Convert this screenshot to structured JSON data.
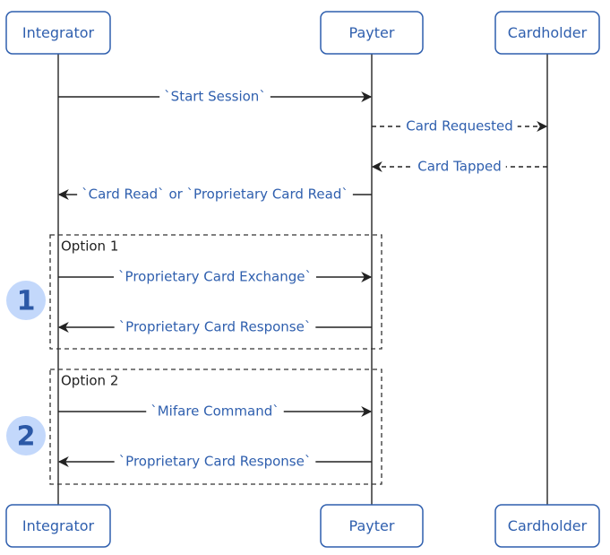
{
  "diagram": {
    "type": "sequence",
    "participants": [
      {
        "id": "integrator",
        "label": "Integrator"
      },
      {
        "id": "payter",
        "label": "Payter"
      },
      {
        "id": "cardholder",
        "label": "Cardholder"
      }
    ],
    "messages": [
      {
        "from": "integrator",
        "to": "payter",
        "label": "`Start Session`",
        "style": "solid"
      },
      {
        "from": "payter",
        "to": "cardholder",
        "label": "Card Requested",
        "style": "dashed"
      },
      {
        "from": "cardholder",
        "to": "payter",
        "label": "Card Tapped",
        "style": "dashed"
      },
      {
        "from": "payter",
        "to": "integrator",
        "label": "`Card Read` or `Proprietary Card Read`",
        "style": "solid"
      },
      {
        "from": "integrator",
        "to": "payter",
        "label": "`Proprietary Card Exchange`",
        "style": "solid",
        "frame": 0
      },
      {
        "from": "payter",
        "to": "integrator",
        "label": "`Proprietary Card Response`",
        "style": "solid",
        "frame": 0
      },
      {
        "from": "integrator",
        "to": "payter",
        "label": "`Mifare Command`",
        "style": "solid",
        "frame": 1
      },
      {
        "from": "payter",
        "to": "integrator",
        "label": "`Proprietary Card Response`",
        "style": "solid",
        "frame": 1
      }
    ],
    "frames": [
      {
        "label": "Option 1",
        "badge": "1"
      },
      {
        "label": "Option 2",
        "badge": "2"
      }
    ]
  },
  "colors": {
    "accent": "#2f5fae",
    "badge_fill": "#c3d8fb",
    "badge_text": "#2b58a6",
    "line": "#222222"
  }
}
